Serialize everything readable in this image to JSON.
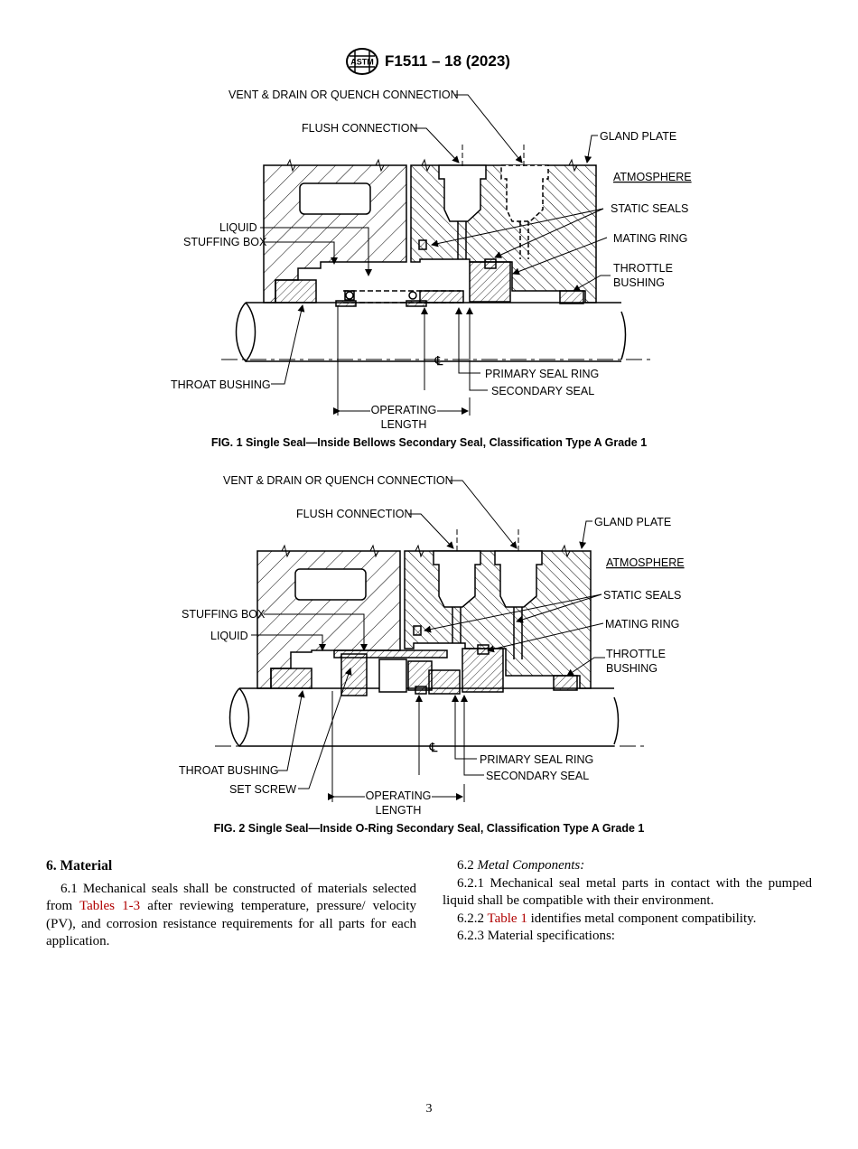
{
  "header": {
    "title": "F1511 – 18 (2023)",
    "logo_text": "ASTM"
  },
  "fig1": {
    "labels": {
      "vent": "VENT & DRAIN OR QUENCH CONNECTION",
      "flush": "FLUSH CONNECTION",
      "gland": "GLAND PLATE",
      "atmosphere": "ATMOSPHERE",
      "static": "STATIC SEALS",
      "mating": "MATING RING",
      "throttle1": "THROTTLE",
      "throttle2": "BUSHING",
      "liquid": "LIQUID",
      "stuffing": "STUFFING BOX",
      "throat": "THROAT BUSHING",
      "primary": "PRIMARY SEAL RING",
      "secondary": "SECONDARY SEAL",
      "op1": "OPERATING",
      "op2": "LENGTH",
      "cl": "℄"
    },
    "caption": "FIG. 1  Single Seal—Inside Bellows Secondary Seal, Classification Type A Grade 1"
  },
  "fig2": {
    "labels": {
      "vent": "VENT & DRAIN OR QUENCH CONNECTION",
      "flush": "FLUSH CONNECTION",
      "gland": "GLAND PLATE",
      "atmosphere": "ATMOSPHERE",
      "static": "STATIC SEALS",
      "mating": "MATING RING",
      "throttle1": "THROTTLE",
      "throttle2": "BUSHING",
      "stuffing": "STUFFING BOX",
      "liquid": "LIQUID",
      "throat": "THROAT BUSHING",
      "setscrew": "SET SCREW",
      "primary": "PRIMARY SEAL RING",
      "secondary": "SECONDARY SEAL",
      "op1": "OPERATING",
      "op2": "LENGTH",
      "cl": "℄"
    },
    "caption": "FIG. 2  Single Seal—Inside O-Ring Secondary Seal, Classification Type A Grade 1"
  },
  "left_col": {
    "heading": "6.  Material",
    "p1_a": "6.1 Mechanical seals shall be constructed of materials selected from ",
    "p1_link": "Tables 1-3",
    "p1_b": " after reviewing temperature, pressure/ velocity (PV), and corrosion resistance requirements for all parts for each application."
  },
  "right_col": {
    "s62_num": "6.2 ",
    "s62_title": "Metal Components:",
    "s621": "6.2.1 Mechanical seal metal parts in contact with the pumped liquid shall be compatible with their environment.",
    "s622_a": "6.2.2 ",
    "s622_link": "Table 1",
    "s622_b": " identifies metal component compatibility.",
    "s623": "6.2.3 Material specifications:"
  },
  "page_number": "3"
}
